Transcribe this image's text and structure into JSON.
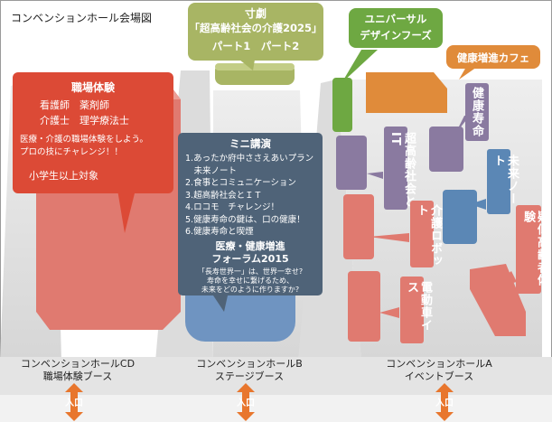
{
  "title": "コンベンションホール会場図",
  "halls": {
    "cd": {
      "line1": "コンベンションホールCD",
      "line2": "職場体験ブース"
    },
    "b": {
      "line1": "コンベンションホールB",
      "line2": "ステージブース"
    },
    "a": {
      "line1": "コンベンションホールA",
      "line2": "イベントブース"
    }
  },
  "entrance_label": "入口",
  "stage_play": {
    "title": "寸劇",
    "subtitle": "「超高齢社会の介護2025」",
    "parts": "パート1　パート2"
  },
  "universal_design": {
    "line1": "ユニバーサル",
    "line2": "デザインフーズ"
  },
  "cafe": "健康増進カフェ",
  "workplace": {
    "title": "職場体験",
    "jobs1": "看護師　薬剤師",
    "jobs2": "介護士　理学療法士",
    "desc1": "医療・介護の職場体験をしよう。",
    "desc2": "プロの技にチャレンジ！！",
    "target": "小学生以上対象"
  },
  "mini_lecture": {
    "title": "ミニ講演",
    "items": [
      "1.あったか府中ささえあいプラン",
      "　未来ノート",
      "2.食事とコミュニケーション",
      "3.超高齢社会とＩＴ",
      "4.ロコモ　チャレンジ！",
      "5.健康寿命の鍵は、口の健康！",
      "6.健康寿命と喫煙"
    ]
  },
  "forum": {
    "title1": "医療・健康増進",
    "title2": "フォーラム2015",
    "q1": "「長寿世界一」は、世界一幸せ?",
    "q2": "寿命を幸せに繋げるため、",
    "q3": "未来をどのように作りますか?"
  },
  "booths": {
    "super_aging_it": "超高齢社会とIT",
    "healthy_life": "健康寿命",
    "future_note": "未来ノート",
    "care_robot": "介護ロボット",
    "elderly_experience": "疑似高齢者体験",
    "electric_wheelchair": "電動車イス"
  },
  "colors": {
    "red_zone": "#e07a70",
    "olive": "#a8b564",
    "green": "#6ea842",
    "orange": "#e08b3a",
    "purple": "#8a7aa0",
    "blue": "#5b87b5",
    "pink": "#c98a84",
    "panel": "#4f6378",
    "workplace_red": "#dc4a36"
  }
}
